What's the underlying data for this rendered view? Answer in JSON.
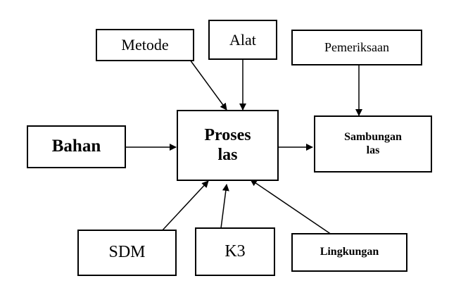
{
  "nodes": {
    "metode": "Metode",
    "alat": "Alat",
    "pemeriksaan": "Pemeriksaan",
    "bahan": "Bahan",
    "proses_line1": "Proses",
    "proses_line2": "las",
    "sambungan_line1": "Sambungan",
    "sambungan_line2": "las",
    "sdm": "SDM",
    "k3": "K3",
    "lingkungan": "Lingkungan"
  },
  "colors": {
    "stroke": "#000000",
    "background": "#ffffff"
  }
}
